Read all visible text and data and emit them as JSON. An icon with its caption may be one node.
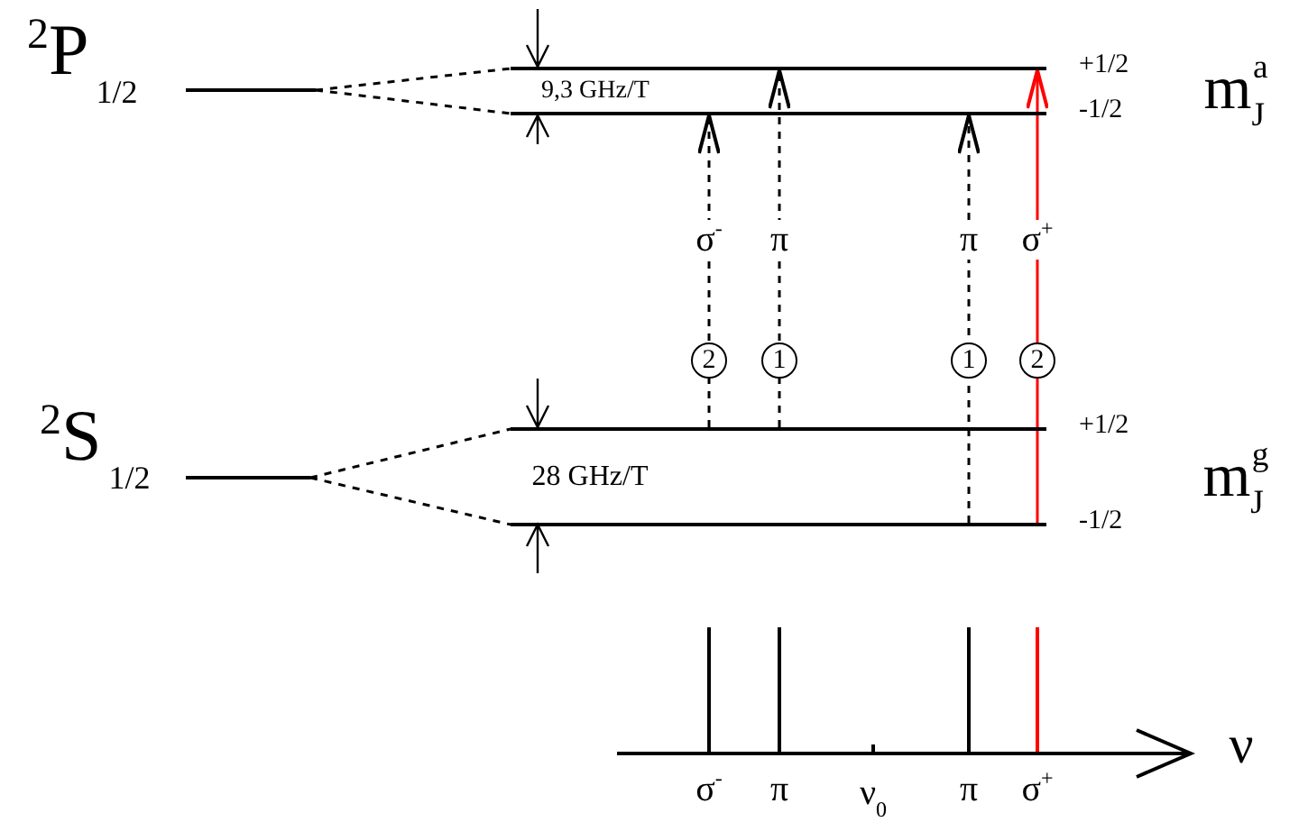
{
  "diagram": {
    "nodes": [
      {
        "text": [
          "$^{2}$P$_{1/2}$"
        ]
      },
      {
        "text": [],
        "shape": "bar"
      },
      {
        "text": [],
        "shape": "bar",
        "beside": [
          "+1/2"
        ]
      },
      {
        "text": [],
        "shape": "bar",
        "beside": [
          "-1/2"
        ]
      },
      {
        "text": [
          "$^{2}$S$_{1/2}$"
        ]
      },
      {
        "text": [],
        "shape": "bar"
      },
      {
        "text": [],
        "shape": "bar",
        "beside": [
          "+1/2"
        ]
      },
      {
        "text": [],
        "shape": "bar",
        "beside": [
          "-1/2"
        ]
      }
    ],
    "edges": [
      {
        "from": 1,
        "to": 2,
        "arrow": "none",
        "style": "dashed"
      },
      {
        "from": 1,
        "to": 3,
        "arrow": "none",
        "style": "dashed"
      },
      {
        "from": 5,
        "to": 6,
        "arrow": "none",
        "style": "dashed"
      },
      {
        "from": 5,
        "to": 7,
        "arrow": "none",
        "style": "dashed"
      },
      {
        "from": 6,
        "to": 3,
        "arrow": "to",
        "style": "dashed",
        "label": "σ$^{-}$"
      },
      {
        "from": 6,
        "to": 2,
        "arrow": "to",
        "style": "dashed",
        "label": "π"
      },
      {
        "from": 7,
        "to": 3,
        "arrow": "to",
        "style": "dashed",
        "label": "π"
      },
      {
        "from": 7,
        "to": 2,
        "arrow": "to",
        "color": "#ff0000",
        "label": "σ$^{+}$"
      }
    ],
    "labels": [
      "9,3 GHz/T",
      "m$_{J}$$^{a}$",
      "2",
      "1",
      "1",
      "2",
      "28 GHz/T",
      "m$_{J}$$^{g}$",
      "σ$^{-}$",
      "π",
      "ν$_{0}$",
      "π",
      "σ$^{+}$",
      "ν"
    ]
  }
}
